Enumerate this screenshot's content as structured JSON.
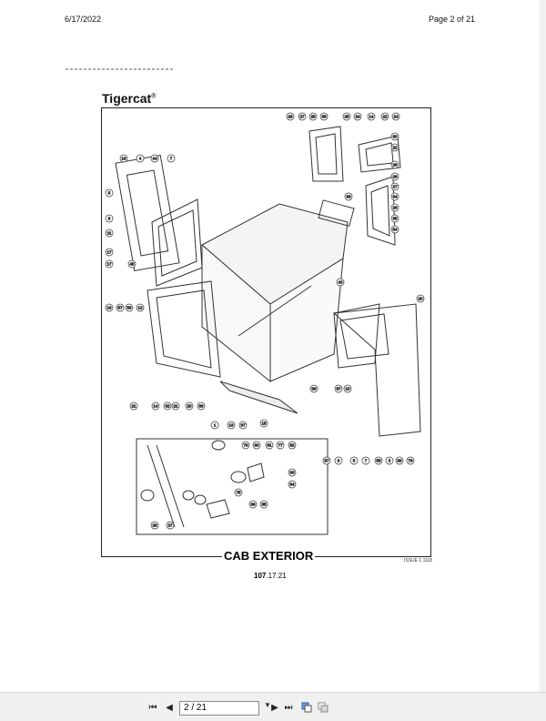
{
  "header": {
    "date": "6/17/2022",
    "page_info": "Page 2 of 21"
  },
  "document": {
    "brand": "Tigercat",
    "brand_mark": "®",
    "section_title": "CAB EXTERIOR",
    "issue": "ISSUE 1 1118",
    "page_number_bold": "107",
    "page_number_rest": ".17.21"
  },
  "callouts": [
    "26",
    "27",
    "28",
    "38",
    "25",
    "24",
    "14",
    "22",
    "24",
    "30",
    "22",
    "28",
    "26",
    "27",
    "34",
    "26",
    "35",
    "54",
    "66",
    "16",
    "4",
    "44",
    "7",
    "5",
    "8",
    "11",
    "17",
    "17",
    "45",
    "16",
    "57",
    "58",
    "12",
    "43",
    "20",
    "21",
    "14",
    "32",
    "21",
    "20",
    "86",
    "1",
    "13",
    "87",
    "15",
    "86",
    "87",
    "10",
    "57",
    "6",
    "5",
    "7",
    "58",
    "3",
    "86",
    "78",
    "79",
    "80",
    "81",
    "77",
    "82",
    "83",
    "84",
    "85",
    "86",
    "75"
  ],
  "toolbar": {
    "page_field": "2 / 21",
    "icons": [
      "first-page-icon",
      "prev-page-icon",
      "next-page-icon",
      "last-page-icon",
      "fit-page-icon",
      "fit-width-icon"
    ]
  }
}
